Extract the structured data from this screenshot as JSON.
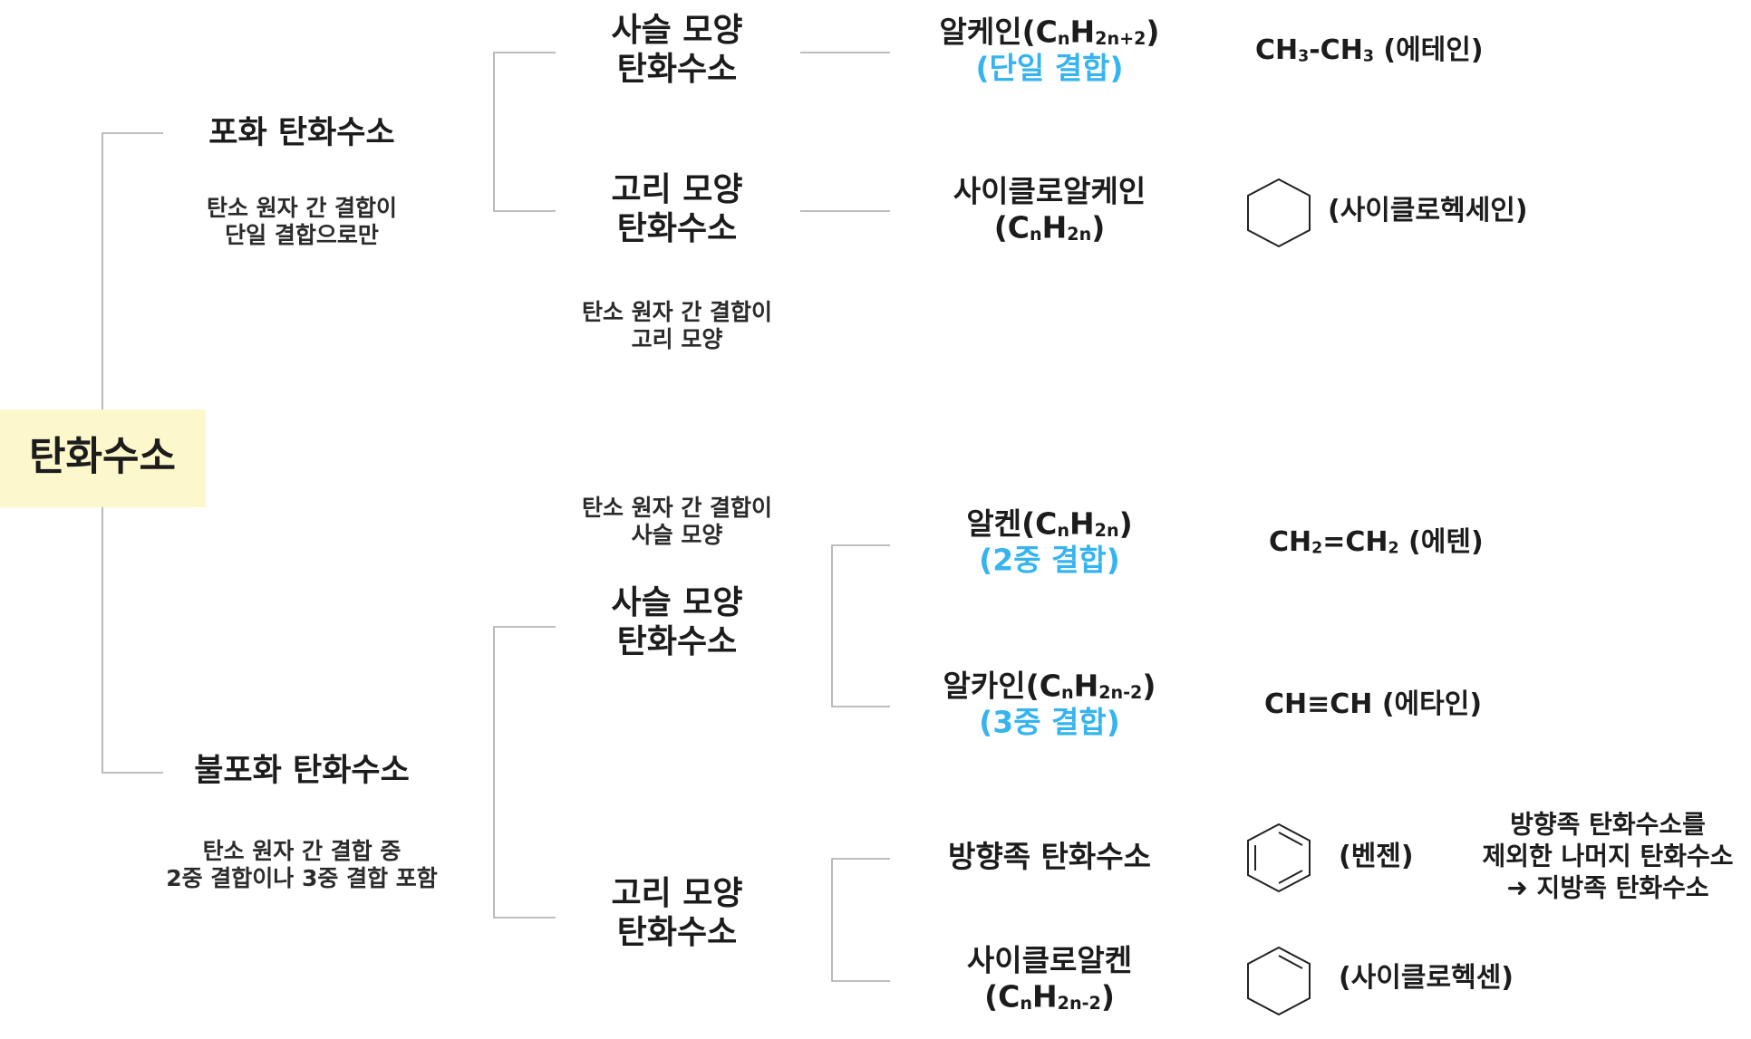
{
  "root": {
    "label": "탄화수소"
  },
  "saturated": {
    "label": "포화 탄화수소",
    "desc_lines": [
      "탄소 원자 간 결합이",
      "단일 결합으로만"
    ],
    "chain": {
      "label_lines": [
        "사슬 모양",
        "탄화수소"
      ]
    },
    "ring": {
      "label_lines": [
        "고리 모양",
        "탄화수소"
      ],
      "desc_lines": [
        "탄소 원자 간 결합이",
        "고리 모양"
      ]
    },
    "alkane": {
      "name": "알케인",
      "formula_parts": [
        "(C",
        "n",
        "H",
        "2n+2",
        ")"
      ],
      "bond": "(단일 결합)",
      "example_parts": [
        "CH",
        "3",
        "-CH",
        "3",
        " (에테인)"
      ]
    },
    "cycloalkane": {
      "name": "사이클로알케인",
      "formula_parts": [
        "(C",
        "n",
        "H",
        "2n",
        ")"
      ],
      "example_name": "(사이클로헥세인)",
      "example_icon": "cyclohexane-ring-icon"
    }
  },
  "unsaturated": {
    "label": "불포화 탄화수소",
    "desc_lines": [
      "탄소 원자 간 결합 중",
      "2중 결합이나 3중 결합 포함"
    ],
    "chain": {
      "label_lines": [
        "사슬 모양",
        "탄화수소"
      ],
      "desc_lines": [
        "탄소 원자 간 결합이",
        "사슬 모양"
      ]
    },
    "ring": {
      "label_lines": [
        "고리 모양",
        "탄화수소"
      ]
    },
    "alkene": {
      "name": "알켄",
      "formula_parts": [
        "(C",
        "n",
        "H",
        "2n",
        ")"
      ],
      "bond": "(2중 결합)",
      "example_parts": [
        "CH",
        "2",
        "=CH",
        "2",
        " (에텐)"
      ]
    },
    "alkyne": {
      "name": "알카인",
      "formula_parts": [
        "(C",
        "n",
        "H",
        "2n-2",
        ")"
      ],
      "bond": "(3중 결합)",
      "example_text": "CH≡CH (에타인)"
    },
    "aromatic": {
      "name": "방향족 탄화수소",
      "example_name": "(벤젠)",
      "example_icon": "benzene-ring-icon",
      "note_lines": [
        "방향족 탄화수소를",
        "제외한 나머지 탄화수소",
        "➜ 지방족 탄화수소"
      ]
    },
    "cycloalkene": {
      "name": "사이클로알켄",
      "formula_parts": [
        "(C",
        "n",
        "H",
        "2n-2",
        ")"
      ],
      "example_name": "(사이클로헥센)",
      "example_icon": "cyclohexene-ring-icon"
    }
  },
  "colors": {
    "root_bg": "#fdf8cc",
    "bond_text": "#36b4ef",
    "connector": "#a9a9a9"
  }
}
